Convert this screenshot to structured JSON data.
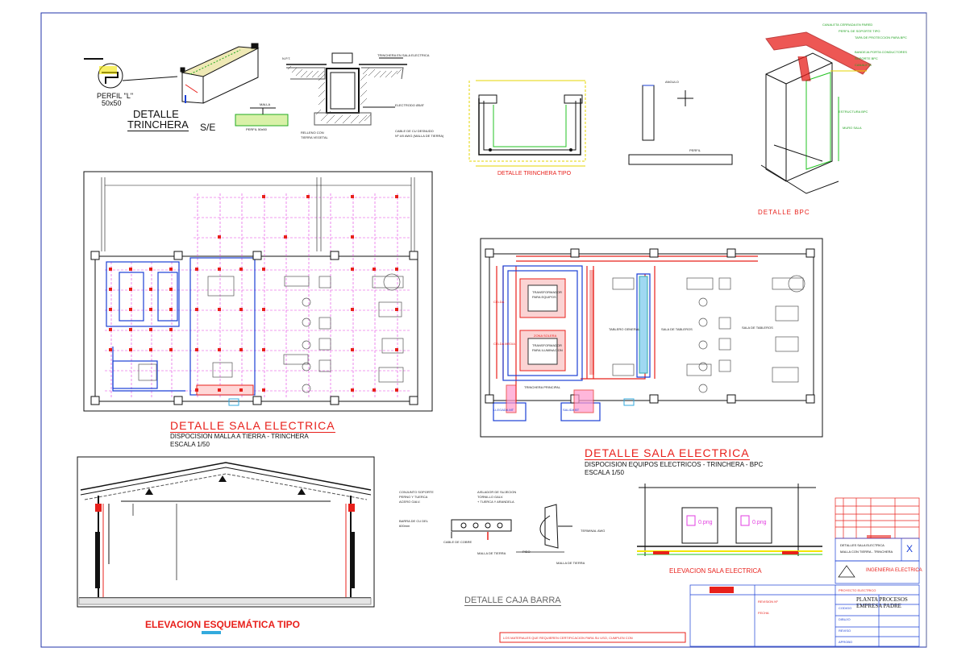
{
  "colors": {
    "accent_red": "#e8201b",
    "magenta": "#e23de0",
    "blue": "#1a3fd6",
    "green": "#23c323",
    "dark": "#111111",
    "frame_blue": "#2233aa"
  },
  "detail_trinchera": {
    "title_line1": "DETALLE",
    "title_line2": "TRINCHERA",
    "scale": "S/E",
    "perfil_label": "PERFIL \"L\"",
    "perfil_size": "50x50"
  },
  "detalle_trinchera_tipo": {
    "title": "DETALLE TRINCHERA TIPO"
  },
  "detalle_bpc": {
    "title": "DETALLE BPC"
  },
  "sala_1": {
    "title": "DETALLE SALA ELECTRICA",
    "subtitle": "DISPOCISION MALLA A TIERRA - TRINCHERA",
    "scale": "ESCALA 1/50"
  },
  "sala_2": {
    "title": "DETALLE SALA ELECTRICA",
    "subtitle": "DISPOCISION EQUIPOS ELECTRICOS - TRINCHERA - BPC",
    "scale": "ESCALA 1/50"
  },
  "elevacion_esquematica": {
    "title": "ELEVACION ESQUEMÁTICA TIPO"
  },
  "caja_barra": {
    "title": "DETALLE CAJA BARRA"
  },
  "elevacion_sala": {
    "title": "ELEVACION SALA ELECTRICA"
  },
  "title_block": {
    "company": "INGENIERIA ELECTRICA",
    "plant_line1": "PLANTA PROCESOS",
    "plant_line2": "EMPRESA PADRE",
    "marker": "X"
  }
}
